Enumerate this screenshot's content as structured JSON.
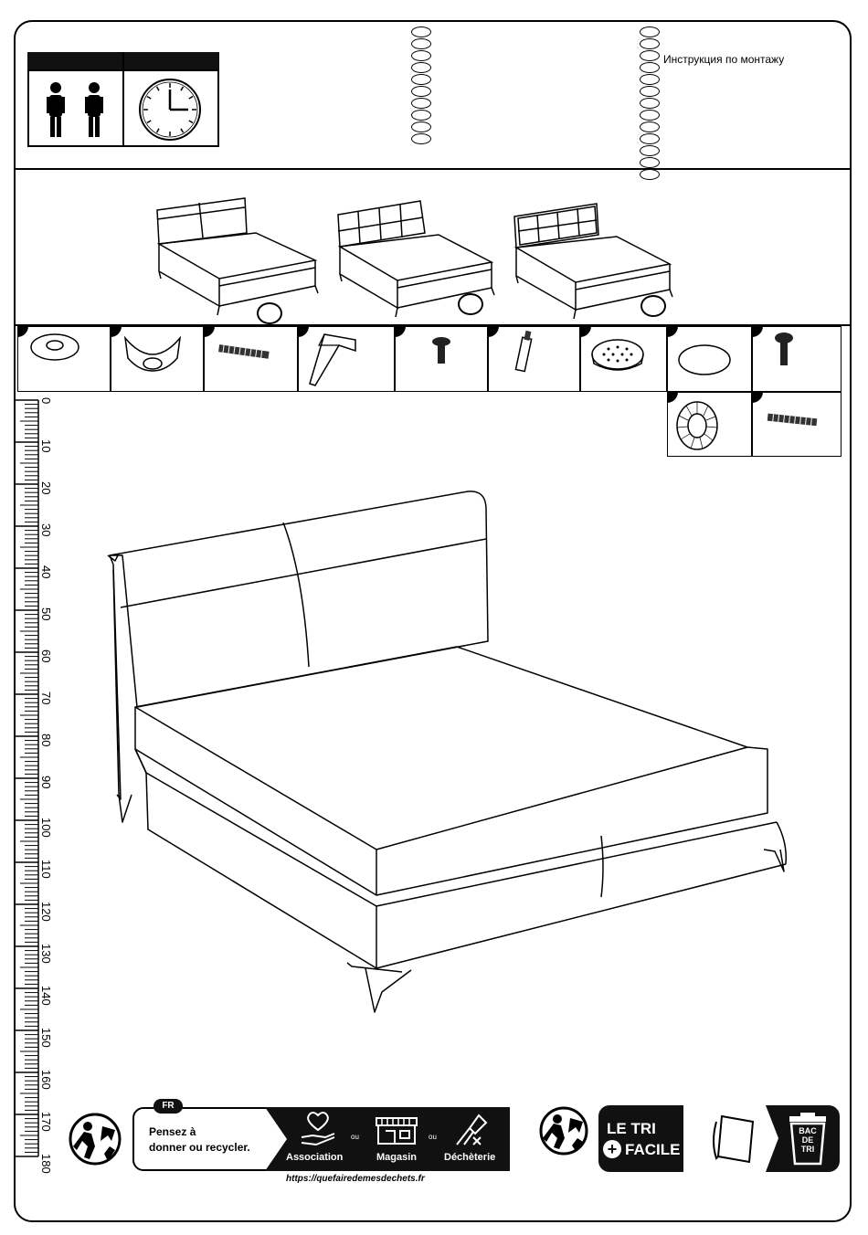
{
  "header": {
    "title": "Инструкция по монтажу",
    "ovals_col1": 10,
    "ovals_col2": 13
  },
  "ruler": {
    "labels": [
      "0",
      "10",
      "20",
      "30",
      "40",
      "50",
      "60",
      "70",
      "80",
      "90",
      "100",
      "110",
      "120",
      "130",
      "140",
      "150",
      "160",
      "170",
      "180"
    ]
  },
  "recycle": {
    "country": "FR",
    "slogan_line1": "Pensez à",
    "slogan_line2": "donner ou recycler.",
    "options": [
      {
        "label": "Association",
        "icon": "heart-hand-icon"
      },
      {
        "label": "Magasin",
        "icon": "shop-icon"
      },
      {
        "label": "Déchèterie",
        "icon": "recycling-center-icon"
      }
    ],
    "separator": "ou",
    "url": "https://quefairedemesdechets.fr",
    "tri_line1": "LE TRI",
    "tri_line2": "FACILE",
    "bin_text": [
      "BAC",
      "DE",
      "TRI"
    ]
  },
  "colors": {
    "ink": "#000000",
    "paper": "#ffffff"
  }
}
